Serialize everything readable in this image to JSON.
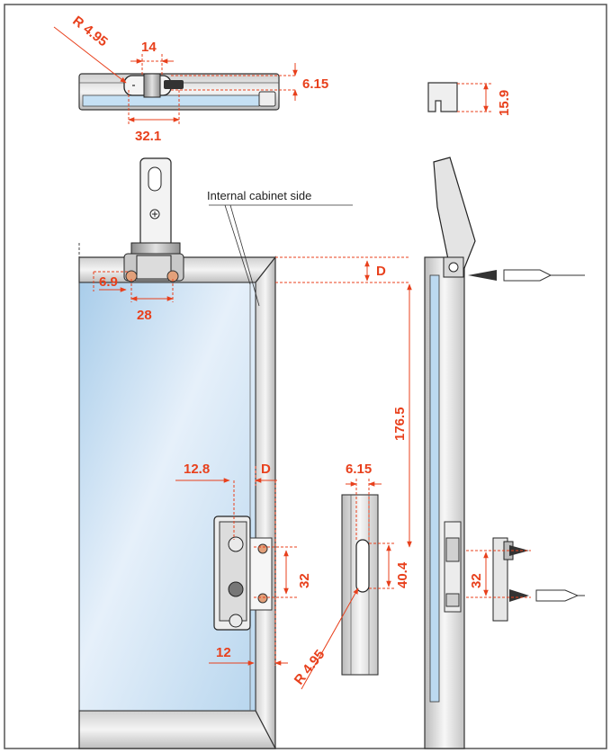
{
  "drawing": {
    "note": "Internal cabinet side",
    "dims": {
      "radius_top": "R 4.95",
      "slot_width_top": "14",
      "slot_depth_top": "6.15",
      "slot_length_top": "32.1",
      "top_profile_height": "15.9",
      "offset_left": "6.9",
      "hole_spacing_top": "28",
      "d_top": "D",
      "vertical_distance": "176.5",
      "offset_12_8": "12.8",
      "d_mid": "D",
      "slot_width_side": "6.15",
      "hole_spacing_mid": "32",
      "slot_length_side": "40.4",
      "hole_spacing_right": "32",
      "offset_12": "12",
      "radius_bottom": "R 4.95"
    },
    "colors": {
      "dimension": "#e8401c",
      "outline": "#333333",
      "glass_light": "#e9f2fb",
      "glass_dark": "#a9cdea",
      "frame_light": "#f2f2f2",
      "frame_dark": "#b9b9b9"
    }
  }
}
